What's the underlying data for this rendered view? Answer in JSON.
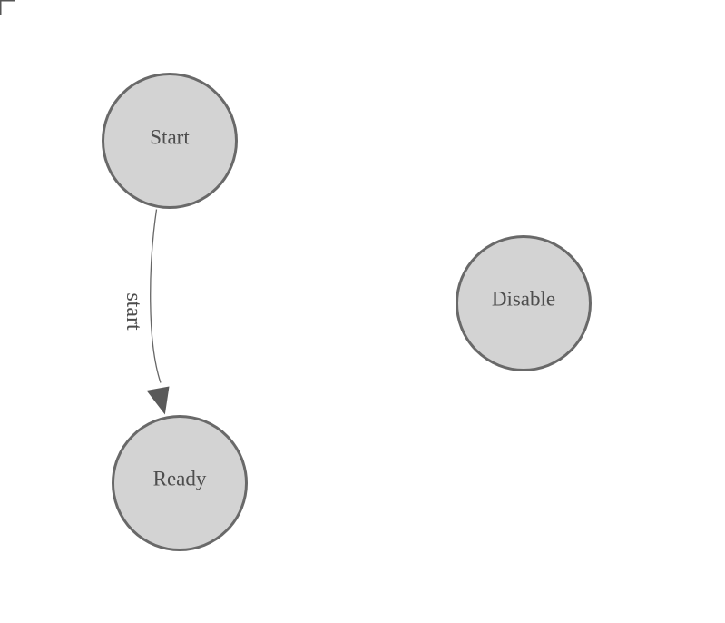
{
  "diagram": {
    "description": "State diagram canvas with three circular state nodes and one labeled transition arrow",
    "colors": {
      "canvas_background": "#ffffff",
      "node_fill": "#d3d3d3",
      "node_stroke": "#696969",
      "label_text": "#4d4d4d",
      "edge_stroke": "#666666",
      "arrowhead_fill": "#5a5a5a",
      "corner_mark": "#565656"
    },
    "nodes": [
      {
        "id": "start",
        "label": "Start"
      },
      {
        "id": "ready",
        "label": "Ready"
      },
      {
        "id": "disable",
        "label": "Disable"
      }
    ],
    "edges": [
      {
        "id": "start-ready",
        "from": "Start",
        "to": "Ready",
        "label": "start"
      }
    ]
  }
}
